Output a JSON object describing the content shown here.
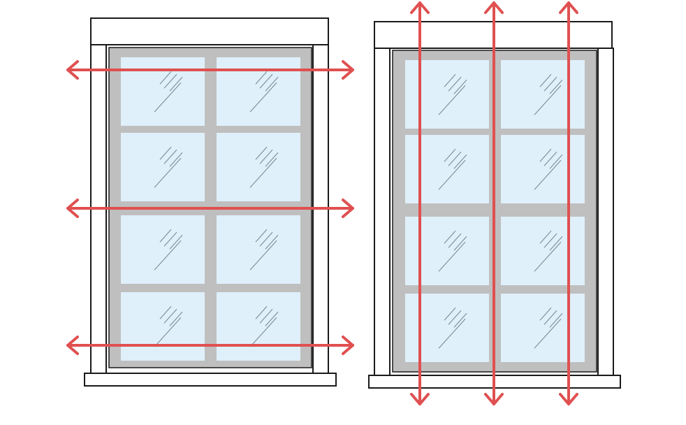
{
  "colors": {
    "background": "#ffffff",
    "outline": "#1a1a1a",
    "frame_fill": "#ffffff",
    "sash": "#bfbfbf",
    "glass": "#dff0fb",
    "glint": "#7d8b96",
    "arrow": "#e05050"
  },
  "diagrams": [
    {
      "id": "width-measurement",
      "arrow_direction": "horizontal",
      "arrow_count": 3,
      "panes": 8
    },
    {
      "id": "height-measurement",
      "arrow_direction": "vertical",
      "arrow_count": 3,
      "panes": 8
    }
  ],
  "icons": [
    "double-headed-arrow-icon"
  ]
}
